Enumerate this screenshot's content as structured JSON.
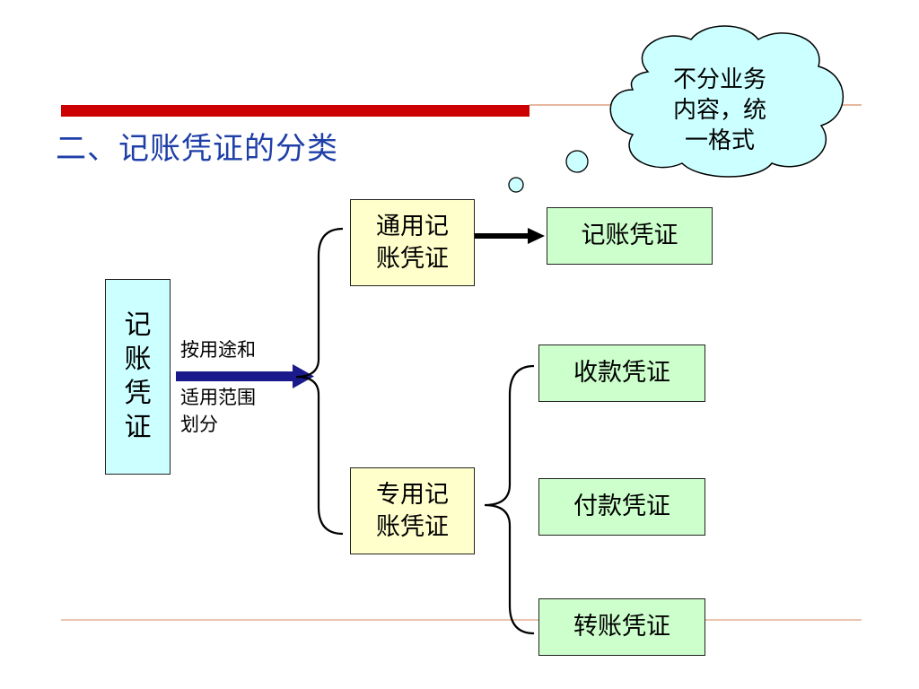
{
  "title": "二、记账凭证的分类",
  "root": {
    "chars": [
      "记",
      "账",
      "凭",
      "证"
    ]
  },
  "criterion": {
    "line1": "按用途和",
    "line2": "适用范围",
    "line3": "划分"
  },
  "general": {
    "line1": "通用记",
    "line2": "账凭证"
  },
  "general_result": "记账凭证",
  "special": {
    "line1": "专用记",
    "line2": "账凭证"
  },
  "special_children": [
    "收款凭证",
    "付款凭证",
    "转账凭证"
  ],
  "callout": {
    "line1": "不分业务",
    "line2": "内容，统",
    "line3": "一格式"
  },
  "colors": {
    "title": "#1f3fa8",
    "red_bar": "#cc0000",
    "thin_rule": "#e0a080",
    "arrow": "#1a1a8c",
    "cloud_fill": "#ccffff",
    "yellow_box": "#ffffcc",
    "green_box": "#ccffcc"
  }
}
